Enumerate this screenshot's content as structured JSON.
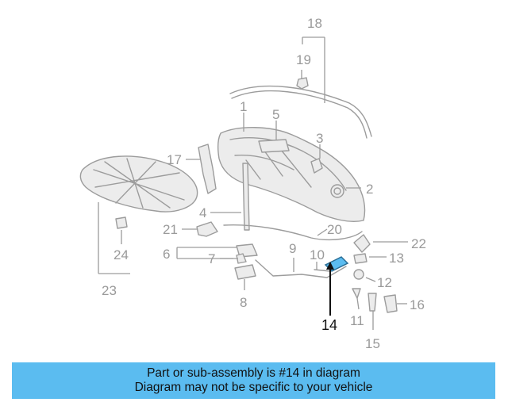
{
  "diagram": {
    "callouts": {
      "n1": "1",
      "n2": "2",
      "n3": "3",
      "n4": "4",
      "n5": "5",
      "n6": "6",
      "n7": "7",
      "n8": "8",
      "n9": "9",
      "n10": "10",
      "n11": "11",
      "n12": "12",
      "n13": "13",
      "n14": "14",
      "n15": "15",
      "n16": "16",
      "n17": "17",
      "n18": "18",
      "n19": "19",
      "n20": "20",
      "n21": "21",
      "n22": "22",
      "n23": "23",
      "n24": "24"
    },
    "highlight_color": "#5bbcf0",
    "highlighted_part": "14"
  },
  "caption": {
    "line1": "Part or sub-assembly is #14 in diagram",
    "line2": "Diagram may not be specific to your vehicle",
    "background": "#5bbcf0"
  }
}
